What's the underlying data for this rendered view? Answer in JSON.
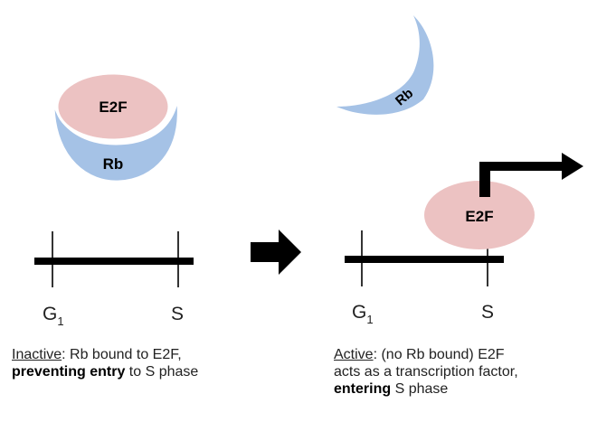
{
  "colors": {
    "e2f_fill": "#ECC2C2",
    "rb_fill": "#A5C2E6",
    "line": "#000000"
  },
  "left_panel": {
    "e2f_label": "E2F",
    "rb_label": "Rb",
    "phase_start_main": "G",
    "phase_start_sub": "1",
    "phase_end": "S",
    "caption": {
      "state_word": "Inactive",
      "line1_rest": ": Rb bound to E2F,",
      "bold_phrase": "preventing entry",
      "line2_rest": " to S phase"
    }
  },
  "transition_arrow": {
    "icon": "right-arrow-icon"
  },
  "right_panel": {
    "rb_label": "Rb",
    "e2f_label": "E2F",
    "phase_start_main": "G",
    "phase_start_sub": "1",
    "phase_end": "S",
    "transcription_arrow": {
      "icon": "bent-arrow-icon"
    },
    "caption": {
      "state_word": "Active",
      "line1_rest": ": (no Rb bound) E2F",
      "line2": "acts as a transcription factor,",
      "bold_word": "entering",
      "line3_rest": " S phase"
    }
  }
}
